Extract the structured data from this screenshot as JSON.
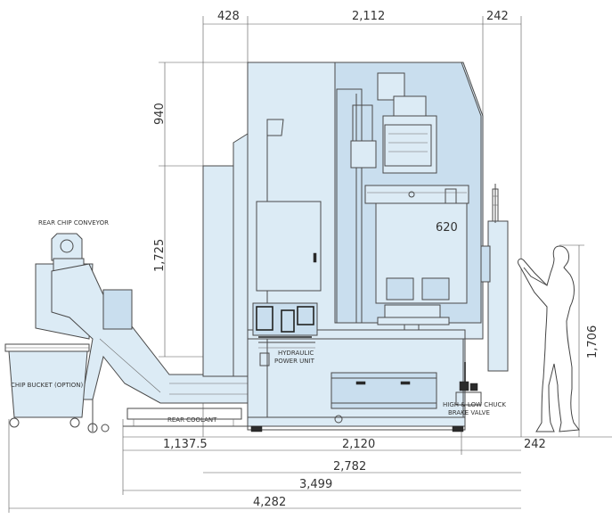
{
  "dimensions": {
    "top_left": "428",
    "top_middle": "2,112",
    "top_right": "242",
    "vertical_upper": "940",
    "vertical_lower": "1,725",
    "vertical_operator": "1,706",
    "inner_620": "620",
    "bottom_row1_left": "1,137.5",
    "bottom_row1_middle": "2,120",
    "bottom_row1_right": "242",
    "bottom_row2": "2,782",
    "bottom_row3": "3,499",
    "bottom_row4": "4,282"
  },
  "labels": {
    "rear_chip_conveyor": "REAR CHIP CONVEYOR",
    "chip_bucket": "CHIP BUCKET (OPTION)",
    "rear_coolant": "REAR COOLANT",
    "hydraulic_line1": "HYDRAULIC",
    "hydraulic_line2": "POWER UNIT",
    "chuck_line1": "HIGH & LOW CHUCK",
    "chuck_line2": "BRAKE VALVE"
  }
}
